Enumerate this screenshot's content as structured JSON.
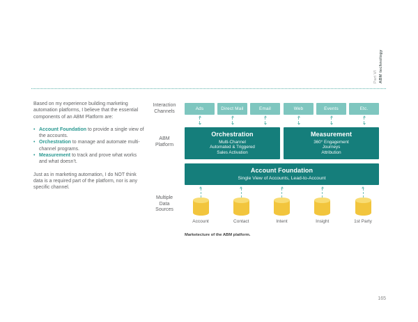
{
  "page": {
    "number": "165",
    "sidebar_part": "Part VI",
    "sidebar_title": "ABM technology",
    "caption": "Marketecture of the ABM platform."
  },
  "body_text": {
    "intro": "Based on my experience building marketing automation platforms, I believe that the essential components of an ABM Platform are:",
    "bullets": [
      {
        "term": "Account Foundation",
        "rest": " to provide a single view of the accounts."
      },
      {
        "term": "Orchestration",
        "rest": " to manage and automate multi-channel programs."
      },
      {
        "term": "Measurement",
        "rest": " to track and prove what works and what doesn’t."
      }
    ],
    "outro": "Just as in marketing automation, I do NOT think data is a required part of the platform, nor is any specific channel."
  },
  "diagram": {
    "row_labels": [
      "Interaction\nChannels",
      "ABM\nPlatform",
      "Multiple\nData\nSources"
    ],
    "channels": [
      "Ads",
      "Direct Mail",
      "Email",
      "Web",
      "Events",
      "Etc."
    ],
    "platform_boxes": [
      {
        "title": "Orchestration",
        "lines": [
          "Multi-Channel",
          "Automated & Triggered",
          "Sales Activation"
        ]
      },
      {
        "title": "Measurement",
        "lines": [
          "360° Engagement",
          "Journeys",
          "Attribution"
        ]
      }
    ],
    "foundation": {
      "title": "Account Foundation",
      "subtitle": "Single View of Accounts, Lead-to-Account"
    },
    "data_sources": [
      "Account",
      "Contact",
      "Intent",
      "Insight",
      "1st Party"
    ],
    "colors": {
      "light_teal": "#7ec6bf",
      "dark_teal": "#157e7b",
      "arrow_teal": "#74c1b9",
      "cylinder_body": "#f2c53d",
      "cylinder_top": "#f8dc73",
      "accent_text": "#2a9991"
    }
  }
}
